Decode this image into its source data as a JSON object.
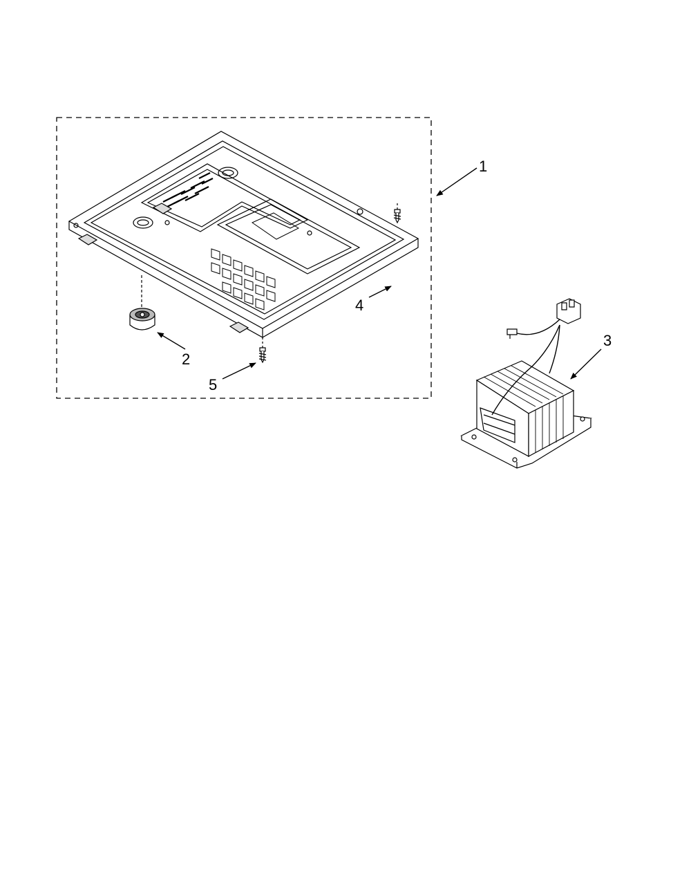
{
  "parts": [
    {
      "id": "1",
      "callout": "1",
      "icon": "base-plate-assembly-icon"
    },
    {
      "id": "2",
      "callout": "2",
      "icon": "foot-icon"
    },
    {
      "id": "3",
      "callout": "3",
      "icon": "transformer-icon"
    },
    {
      "id": "4",
      "callout": "4",
      "icon": "screw-icon"
    },
    {
      "id": "5",
      "callout": "5",
      "icon": "screw-icon"
    }
  ],
  "colors": {
    "line": "#000000",
    "background": "#ffffff"
  }
}
